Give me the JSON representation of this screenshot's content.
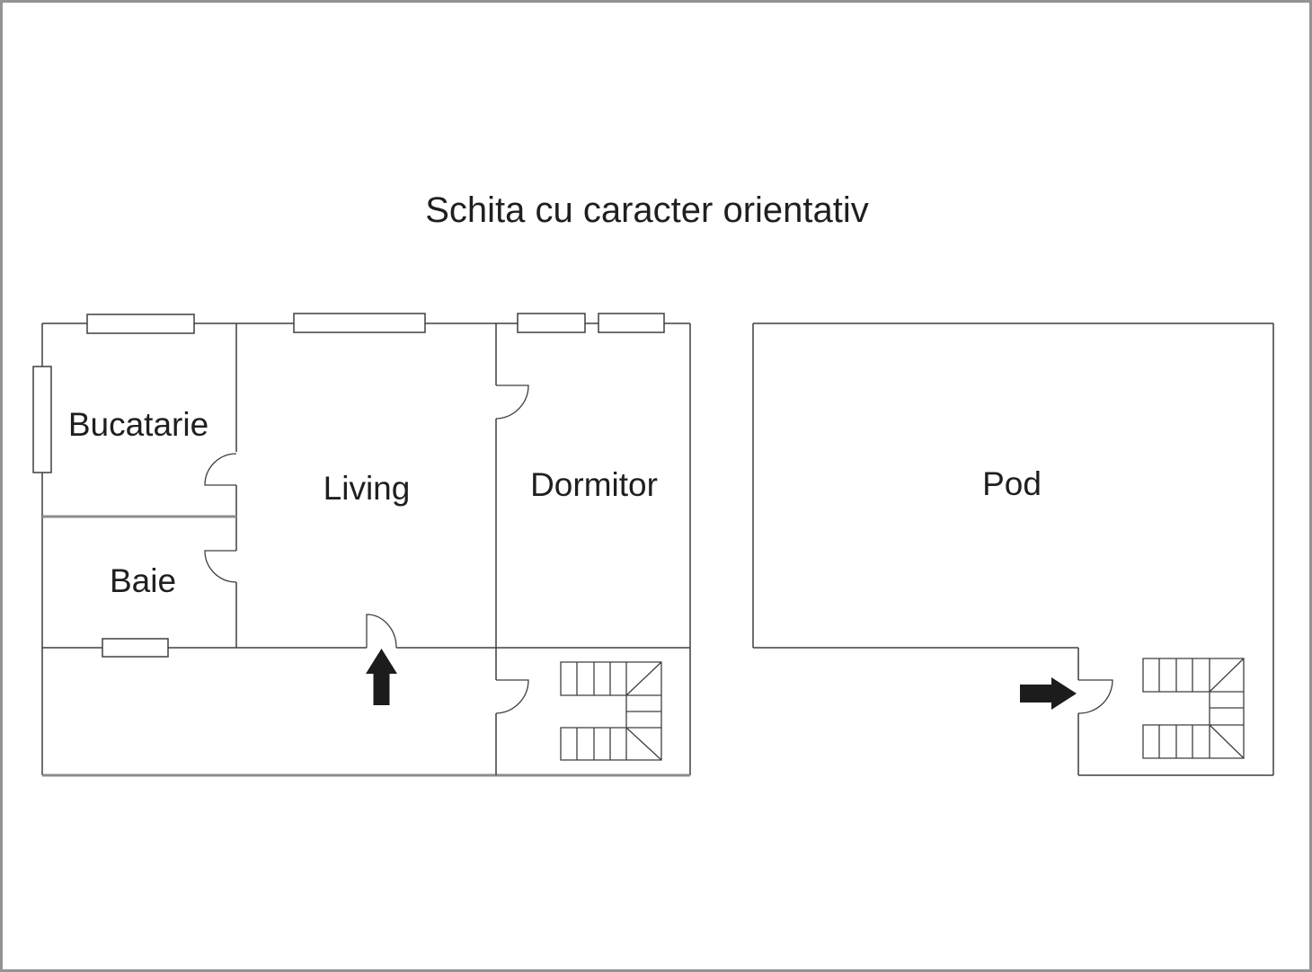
{
  "page": {
    "title": "Schita cu caracter orientativ"
  },
  "colors": {
    "wall": "#3f3f3f",
    "thick_wall": "#8c8c8c",
    "arrow": "#1c1c1c",
    "text": "#1f1f1f",
    "page_border": "#949494",
    "background": "#ffffff"
  },
  "ground_floor": {
    "rooms": [
      {
        "label": "Bucatarie"
      },
      {
        "label": "Baie"
      },
      {
        "label": "Living"
      },
      {
        "label": "Dormitor"
      }
    ],
    "features": [
      "windows",
      "door-arcs",
      "stairs",
      "entrance-arrow-up"
    ]
  },
  "attic": {
    "rooms": [
      {
        "label": "Pod"
      }
    ],
    "features": [
      "door-arc",
      "stairs",
      "entrance-arrow-right"
    ]
  }
}
